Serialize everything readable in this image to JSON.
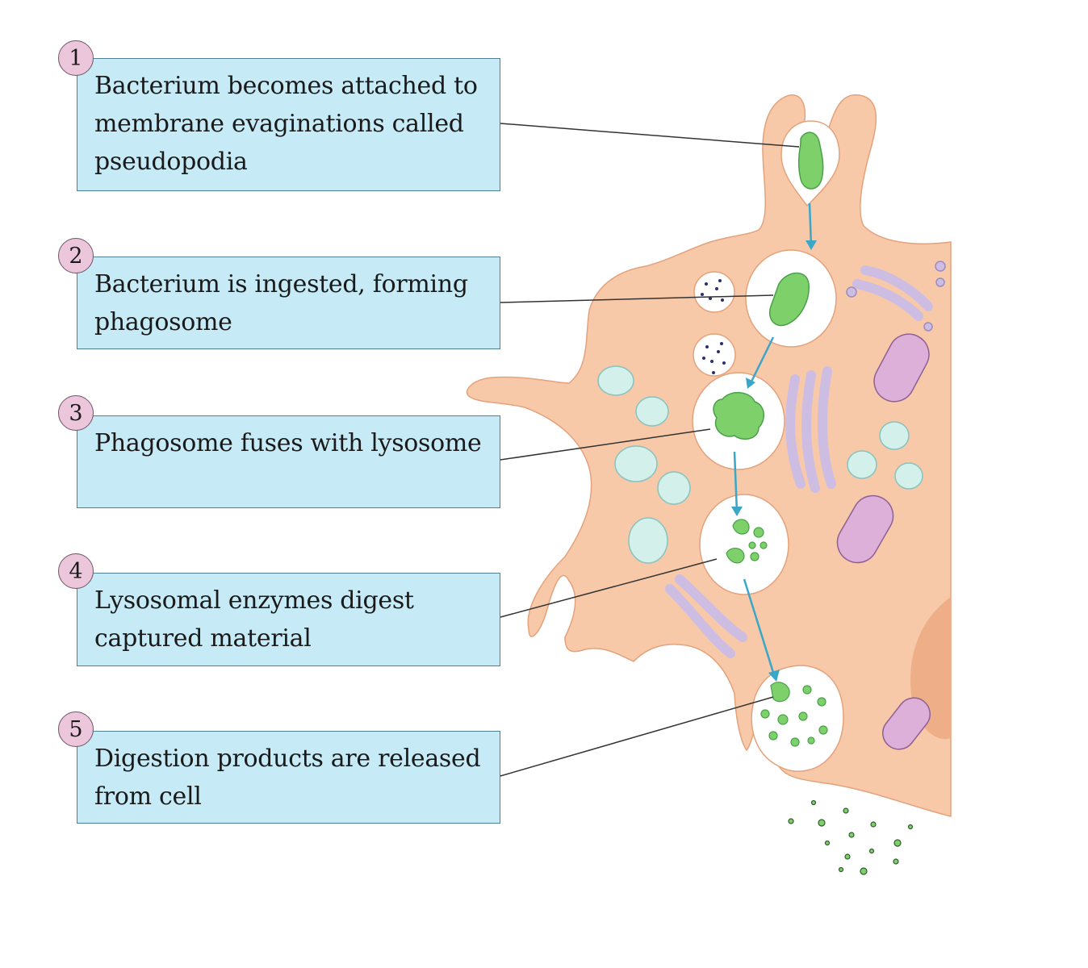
{
  "steps": [
    {
      "number": "1",
      "text": "Bacterium becomes attached to membrane evaginations called pseudopodia"
    },
    {
      "number": "2",
      "text": "Bacterium is ingested, forming phagosome"
    },
    {
      "number": "3",
      "text": "Phagosome fuses with lysosome"
    },
    {
      "number": "4",
      "text": "Lysosomal enzymes digest captured material"
    },
    {
      "number": "5",
      "text": "Digestion products are released from cell"
    }
  ],
  "colors": {
    "box_fill": "#c6ebf7",
    "box_border": "#4e7f95",
    "badge_fill": "#ecc7dc",
    "cell_fill": "#f7c9a8",
    "cell_outline": "#e3a27c",
    "bacterium": "#7ed16a",
    "arrow": "#3aa6c8",
    "golgi": "#cdbde3",
    "mitochondria": "#dcb0d8",
    "vesicle": "#d3f0ea"
  }
}
